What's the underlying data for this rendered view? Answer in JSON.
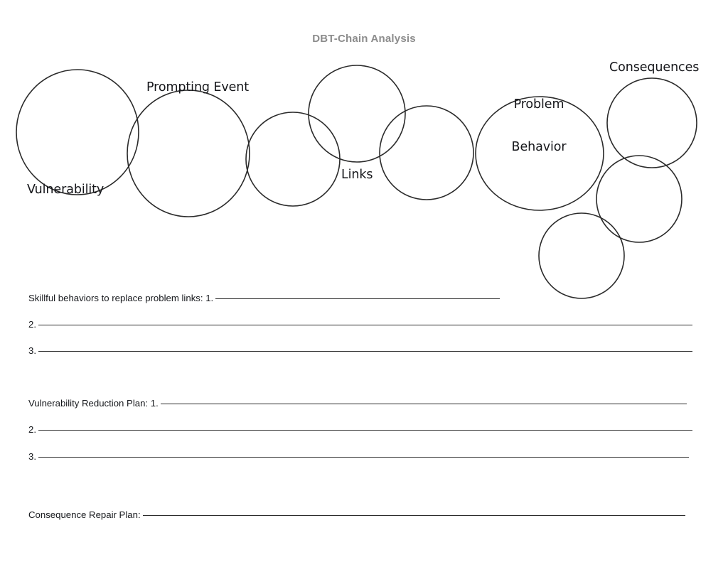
{
  "title": "DBT-Chain Analysis",
  "diagram": {
    "labels": {
      "vulnerability": "Vulnerability",
      "prompting_event": "Prompting Event",
      "links": "Links",
      "problem_behavior_line1": "Problem",
      "problem_behavior_line2": "Behavior",
      "consequences": "Consequences"
    },
    "circle_count": 9,
    "stroke_color": "#2b2b2b"
  },
  "form": {
    "skillful": {
      "line1_label": "Skillful behaviors to replace problem links: 1.",
      "line1_value": "",
      "line1_rule_width": 400,
      "line2_label": "2.",
      "line2_value": "",
      "line2_rule_width": 920,
      "line3_label": "3.",
      "line3_value": "",
      "line3_rule_width": 920
    },
    "vulnerability_plan": {
      "line1_label": "Vulnerability Reduction Plan: 1.",
      "line1_value": "",
      "line1_rule_width": 740,
      "line2_label": "2.",
      "line2_value": "",
      "line2_rule_width": 920,
      "line3_label": "3.",
      "line3_value": "",
      "line3_rule_width": 915
    },
    "consequence_repair": {
      "label": "Consequence Repair Plan:",
      "value": "",
      "rule_width": 763
    }
  },
  "colors": {
    "title": "#8c8c8c",
    "text": "#16181c",
    "rule": "#2b2b2b",
    "background": "#ffffff"
  }
}
